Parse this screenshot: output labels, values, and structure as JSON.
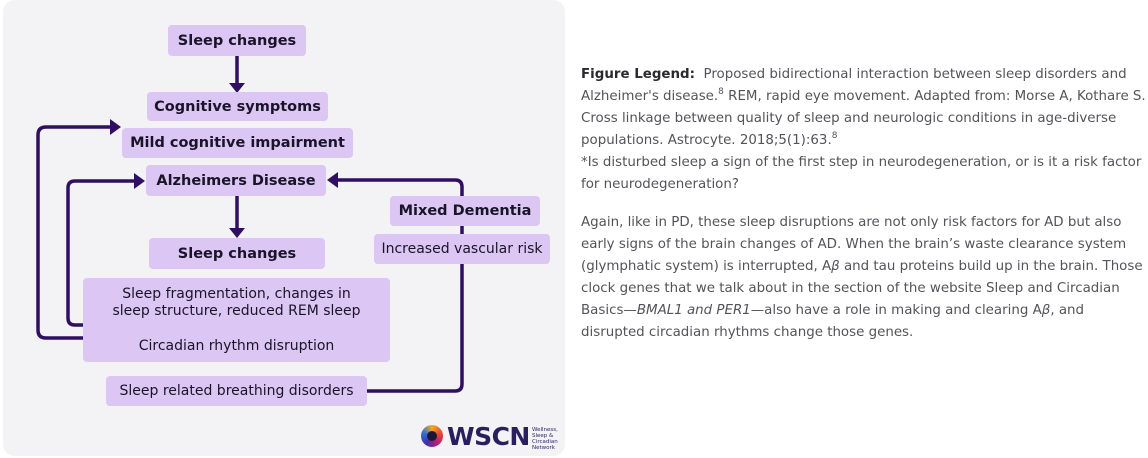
{
  "diagram": {
    "boxes": {
      "sleep_changes_top": "Sleep changes",
      "cognitive_symptoms": "Cognitive symptoms",
      "mild_cognitive_impairment": "Mild cognitive impairment",
      "alzheimers_disease": "Alzheimers Disease",
      "mixed_dementia": "Mixed Dementia",
      "increased_vascular_risk": "Increased vascular risk",
      "sleep_changes_bottom": "Sleep changes",
      "sleep_fragmentation_line1": "Sleep fragmentation, changes in",
      "sleep_fragmentation_line2": "sleep structure, reduced REM sleep",
      "circadian_rhythm": "Circadian rhythm disruption",
      "breathing_disorders": "Sleep related breathing disorders"
    },
    "arrow_color": "#2e0f63",
    "box_color": "#dcc6f4"
  },
  "logo": {
    "text": "WSCN",
    "subtitle_lines": [
      "Wellness,",
      "Sleep &",
      "Circadian",
      "Network"
    ]
  },
  "legend": {
    "label": "Figure Legend:",
    "part1": "Proposed bidirectional interaction between sleep disorders and Alzheimer's disease.",
    "ref1": "8",
    "part2": "REM, rapid eye movement. Adapted from: Morse A, Kothare S. Cross linkage between quality of sleep and neurologic conditions in age-diverse populations. Astrocyte. 2018;5(1):63.",
    "ref2": "8",
    "question": "*Is disturbed sleep a sign of the first step in neurodegeneration, or is it a risk factor for neurodegeneration?"
  },
  "body_paragraph": {
    "part1": "Again, like in PD, these sleep disruptions are not only risk factors for AD but also early signs of the brain changes of AD. When the brain’s waste clearance system (glymphatic system) is interrupted, A",
    "beta1": "β",
    "part2": " and tau proteins build up in the brain. Those clock genes that we talk about in the section of the website Sleep and Circadian Basics—",
    "genes": "BMAL1 and PER1",
    "part3": "—also have a role in making and clearing A",
    "beta2": "β",
    "part4": ", and disrupted circadian rhythms change those genes."
  }
}
